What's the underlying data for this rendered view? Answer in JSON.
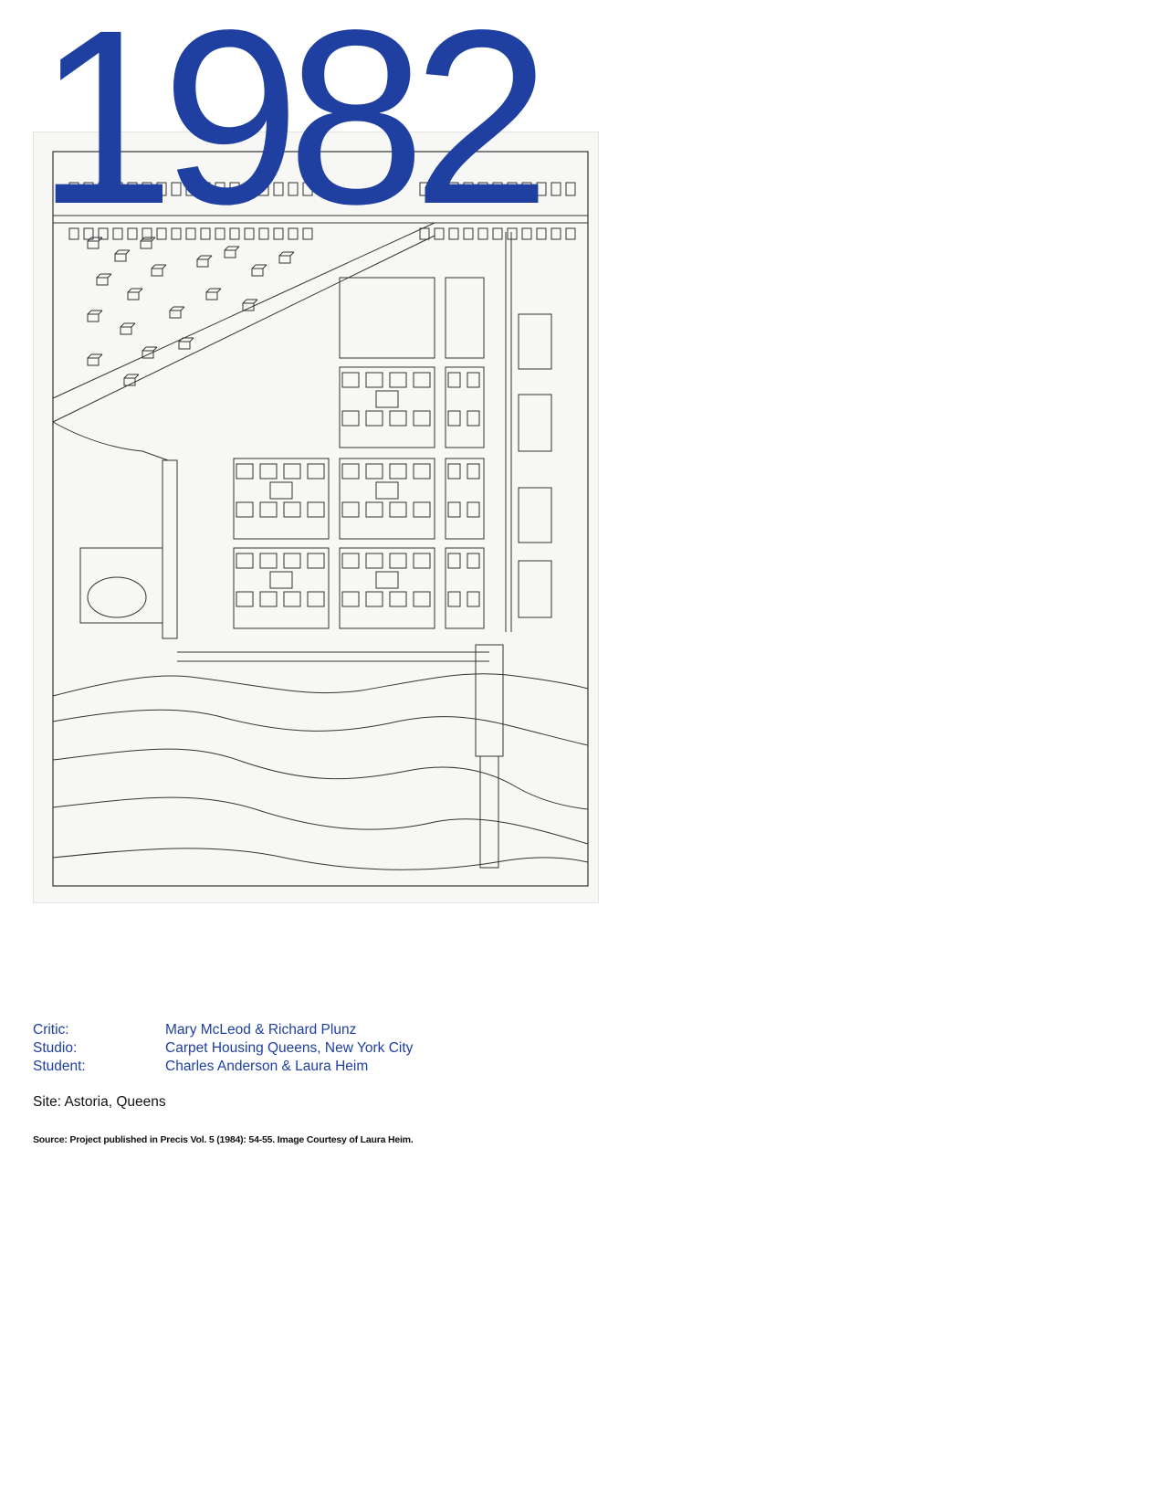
{
  "colors": {
    "accent": "#1f40a0",
    "body_text": "#111111",
    "drawing_line": "#333333"
  },
  "header": {
    "year": "1982"
  },
  "drawing": {
    "icon": "axonometric-site-plan-drawing"
  },
  "credits": [
    {
      "key": "Critic:",
      "value": "Mary McLeod & Richard Plunz"
    },
    {
      "key": "Studio:",
      "value": "Carpet Housing Queens, New York City"
    },
    {
      "key": "Student:",
      "value": "Charles Anderson & Laura Heim"
    }
  ],
  "site": "Site: Astoria, Queens",
  "source": "Source: Project published in Precis Vol. 5 (1984): 54-55. Image Courtesy of Laura Heim."
}
